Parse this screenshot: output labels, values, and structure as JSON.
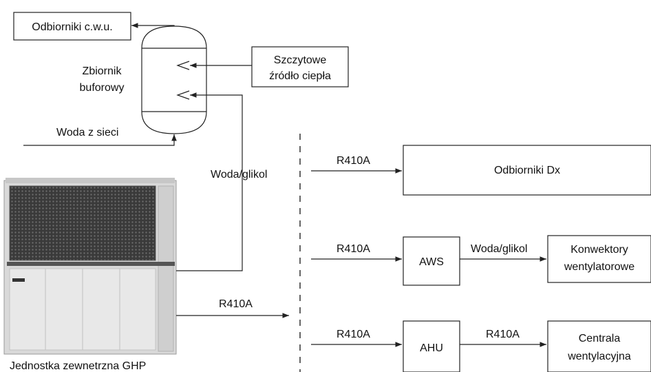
{
  "boxes": {
    "dhw_receivers": "Odbiorniki c.w.u.",
    "peak_source_line1": "Szczytowe",
    "peak_source_line2": "źródło ciepła",
    "dx_receivers": "Odbiorniki Dx",
    "aws": "AWS",
    "fan_coils_line1": "Konwektory",
    "fan_coils_line2": "wentylatorowe",
    "ahu": "AHU",
    "ventilation_unit_line1": "Centrala",
    "ventilation_unit_line2": "wentylacyjna"
  },
  "labels": {
    "buffer_tank_line1": "Zbiornik",
    "buffer_tank_line2": "buforowy",
    "mains_water": "Woda z sieci",
    "water_glycol_main": "Woda/glikol",
    "water_glycol_aws": "Woda/glikol",
    "r410a_outdoor": "R410A",
    "r410a_dx": "R410A",
    "r410a_aws": "R410A",
    "r410a_ahu_in": "R410A",
    "r410a_ahu_out": "R410A",
    "outdoor_unit_caption": "Jednostka zewnetrzna GHP"
  }
}
